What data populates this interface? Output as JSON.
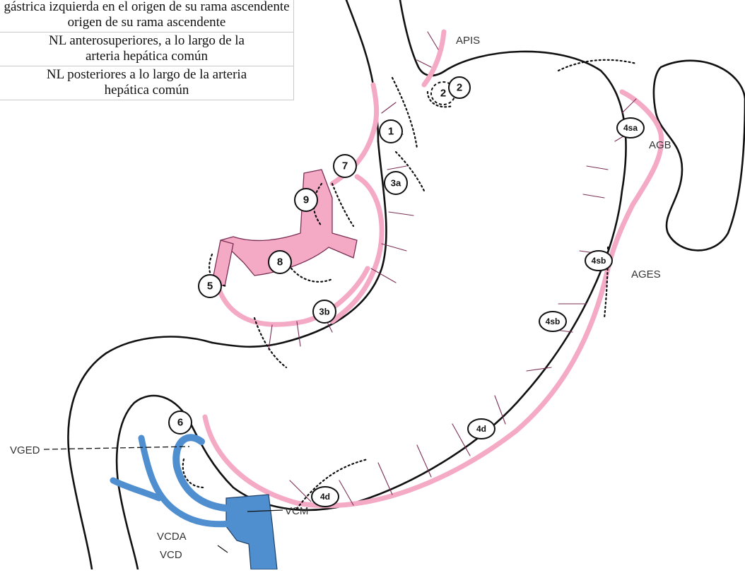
{
  "table": {
    "rows": [
      {
        "lines": [
          "gástrica izquierda en el origen de su rama ascendente",
          "origen de su rama ascendente"
        ]
      },
      {
        "lines": [
          "NL anterosuperiores, a lo largo de la",
          "arteria hepática común"
        ]
      },
      {
        "lines": [
          "NL posteriores a lo largo de la arteria",
          "hepática común"
        ]
      }
    ]
  },
  "diagram": {
    "vessel_labels": {
      "apis": "APIS",
      "agb": "AGB",
      "ages": "AGES",
      "vged": "VGED",
      "vcm": "VCM",
      "vcda": "VCDA",
      "vcd": "VCD"
    },
    "node_stations": {
      "n1": "1",
      "n2a": "2",
      "n2b": "2",
      "n3a": "3a",
      "n3b": "3b",
      "n4sa": "4sa",
      "n4sb_upper": "4sb",
      "n4sb_lower": "4sb",
      "n4d_upper": "4d",
      "n4d_lower": "4d",
      "n5": "5",
      "n6": "6",
      "n7": "7",
      "n8": "8",
      "n9": "9"
    },
    "colors": {
      "artery": "#f4a9c4",
      "artery_outline": "#7a2f55",
      "vein": "#4f8fcf",
      "vein_outline": "#1f3f66",
      "outline": "#111111"
    }
  }
}
